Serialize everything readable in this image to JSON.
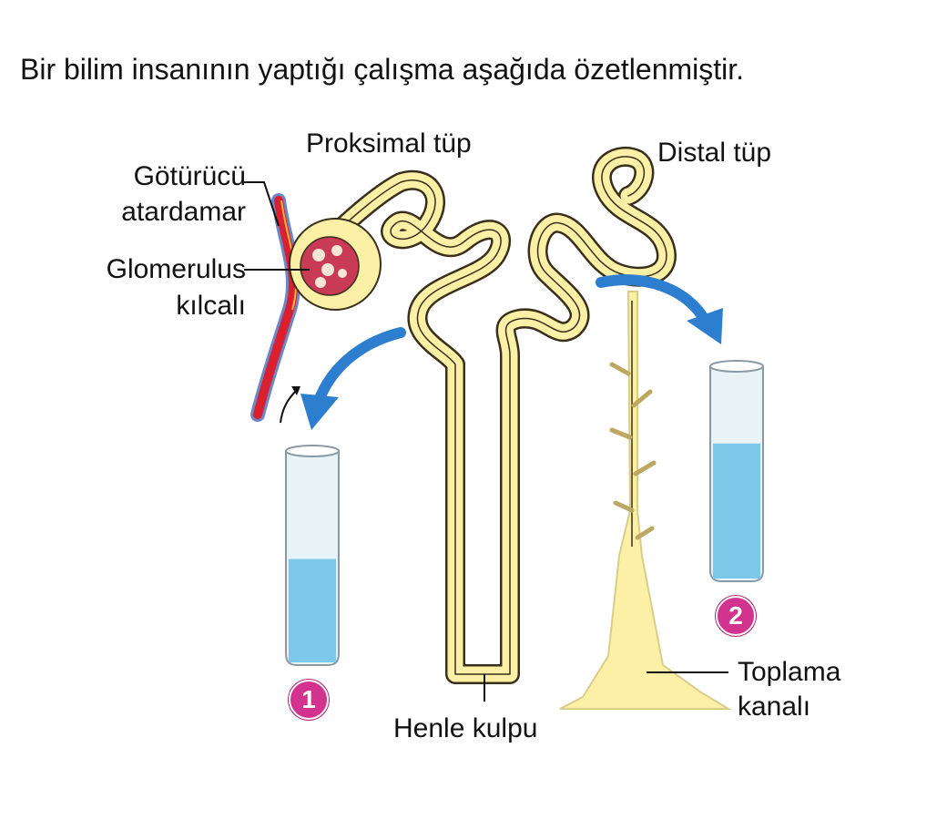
{
  "intro_text": "Bir bilim insanının yaptığı çalışma aşağıda özetlenmiştir.",
  "labels": {
    "afferent_line1": "Götürücü",
    "afferent_line2": "atardamar",
    "glomerulus_line1": "Glomerulus",
    "glomerulus_line2": "kılcalı",
    "proximal": "Proksimal tüp",
    "distal": "Distal tüp",
    "loop": "Henle kulpu",
    "collecting_line1": "Toplama",
    "collecting_line2": "kanalı"
  },
  "tubes": [
    {
      "number": "1",
      "fill_level": 0.5
    },
    {
      "number": "2",
      "fill_level": 0.65
    }
  ],
  "colors": {
    "tubule_fill": "#fbf0a6",
    "tubule_outline": "#3a2f1a",
    "artery": "#d8202f",
    "vein": "#6d87c6",
    "arrow": "#2e7ed0",
    "liquid": "#7cc8e8",
    "badge": "#d1338f"
  }
}
